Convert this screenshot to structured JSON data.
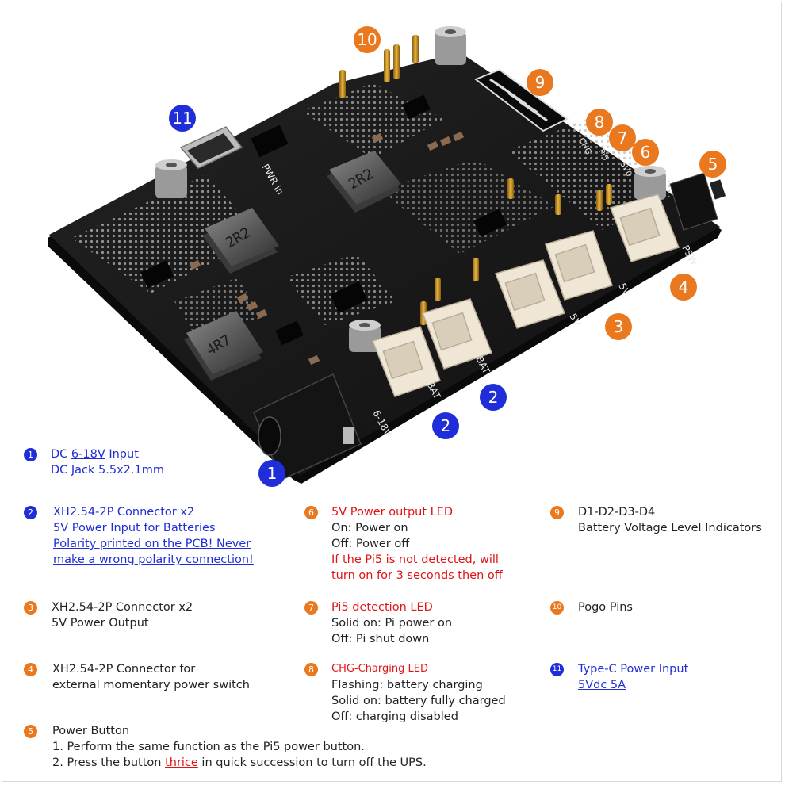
{
  "board": {
    "silkscreen": {
      "pwr_in": "PWR in",
      "l1": "2R2",
      "l2": "2R2",
      "l3": "4R7",
      "bat1": "BAT",
      "bat2": "BAT",
      "out1": "5V",
      "out2": "5V",
      "psw": "PSW",
      "dc": "6-18V",
      "chg": "CHG",
      "pi5": "Pi5",
      "v5": "5V0"
    },
    "callouts": [
      "10",
      "11",
      "9",
      "8",
      "7",
      "6",
      "5",
      "4",
      "3",
      "2",
      "2",
      "1"
    ]
  },
  "legend": {
    "item1": {
      "num": "1",
      "pre": "DC ",
      "link": "6-18V",
      "post": " Input",
      "line2": "DC Jack 5.5x2.1mm"
    },
    "item2": {
      "num": "2",
      "line1": "XH2.54-2P Connector x2",
      "line2": "5V Power Input for Batteries",
      "line3": "Polarity printed on the PCB! Never",
      "line4": "make a wrong polarity connection!"
    },
    "item3": {
      "num": "3",
      "line1": "XH2.54-2P Connector x2",
      "line2": "5V Power Output"
    },
    "item4": {
      "num": "4",
      "line1": "XH2.54-2P Connector for",
      "line2": "external momentary power switch"
    },
    "item5": {
      "num": "5",
      "line1": "Power Button",
      "line2": "1. Perform the same function as the Pi5 power button.",
      "line3_pre": "2. Press the button ",
      "line3_link": "thrice",
      "line3_post": " in quick succession to turn off the UPS."
    },
    "item6": {
      "num": "6",
      "title": "5V Power output LED",
      "line2": "On: Power on",
      "line3": "Off: Power off",
      "line4": "If the Pi5 is not detected, will",
      "line5": "turn on for 3 seconds then off"
    },
    "item7": {
      "num": "7",
      "title": "Pi5 detection LED",
      "line2": "Solid on: Pi power on",
      "line3": "Off: Pi shut down"
    },
    "item8": {
      "num": "8",
      "title": "CHG-Charging LED",
      "line2": "Flashing: battery charging",
      "line3": "Solid on: battery fully charged",
      "line4": "Off: charging disabled"
    },
    "item9": {
      "num": "9",
      "line1": "D1-D2-D3-D4",
      "line2": "Battery Voltage Level Indicators"
    },
    "item10": {
      "num": "10",
      "line1": "Pogo Pins"
    },
    "item11": {
      "num": "11",
      "line1": "Type-C Power Input",
      "line2": "5Vdc 5A"
    }
  },
  "colors": {
    "orange": "#e9781e",
    "blue": "#1f2ed8",
    "red": "#e01414",
    "pcb": "#1a1a1a"
  }
}
